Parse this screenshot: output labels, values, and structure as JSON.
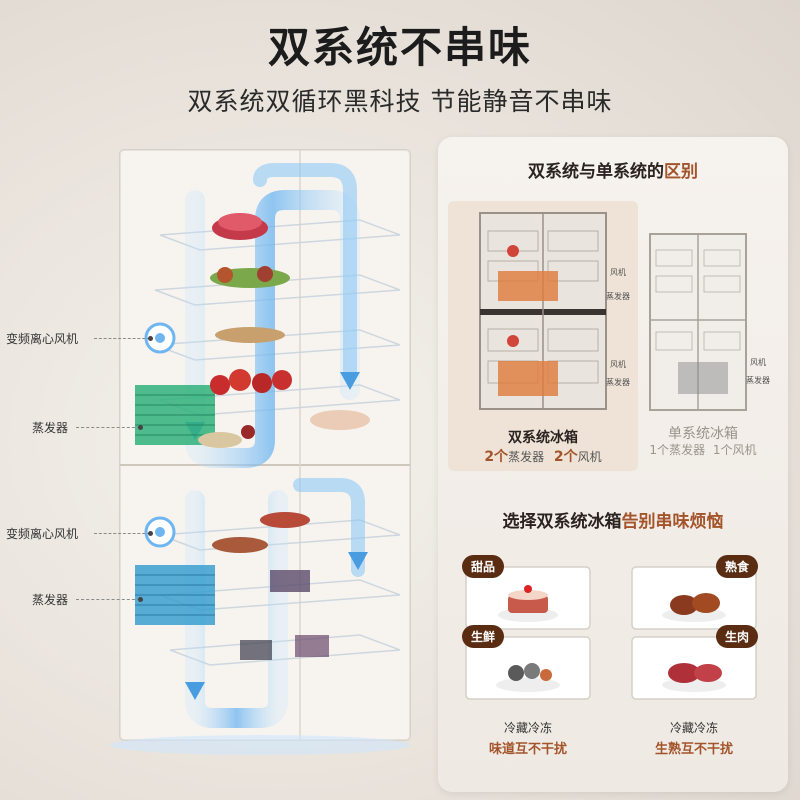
{
  "header": {
    "title": "双系统不串味",
    "subtitle": "双系统双循环黑科技 节能静音不串味"
  },
  "left_callouts": [
    {
      "label": "变频离心风机"
    },
    {
      "label": "蒸发器"
    },
    {
      "label": "变频离心风机"
    },
    {
      "label": "蒸发器"
    }
  ],
  "comparison": {
    "heading_prefix": "双系统与单系统的",
    "heading_highlight": "区别",
    "dual": {
      "name": "双系统冰箱",
      "evap_count": "2个",
      "evap_label": "蒸发器",
      "fan_count": "2个",
      "fan_label": "风机",
      "labels": [
        "风机",
        "蒸发器",
        "风机",
        "蒸发器"
      ]
    },
    "single": {
      "name": "单系统冰箱",
      "evap_count": "1个",
      "evap_label": "蒸发器",
      "fan_count": "1个",
      "fan_label": "风机",
      "labels": [
        "风机",
        "蒸发器"
      ]
    }
  },
  "choose": {
    "heading_prefix": "选择双系统冰箱",
    "heading_highlight": "告别串味烦恼",
    "drawers": [
      {
        "badge": "甜品"
      },
      {
        "badge": "熟食"
      },
      {
        "badge": "生鲜"
      },
      {
        "badge": "生肉"
      }
    ],
    "left_caption": "冷藏冷冻",
    "left_sub": "味道互不干扰",
    "right_caption": "冷藏冷冻",
    "right_sub": "生熟互不干扰"
  },
  "colors": {
    "accent": "#a3542a",
    "badge": "#5a2c12",
    "airflow": "#6fb6f0",
    "evaporator": "#2fb07a",
    "evaporator_bottom": "#3a9fd0"
  }
}
